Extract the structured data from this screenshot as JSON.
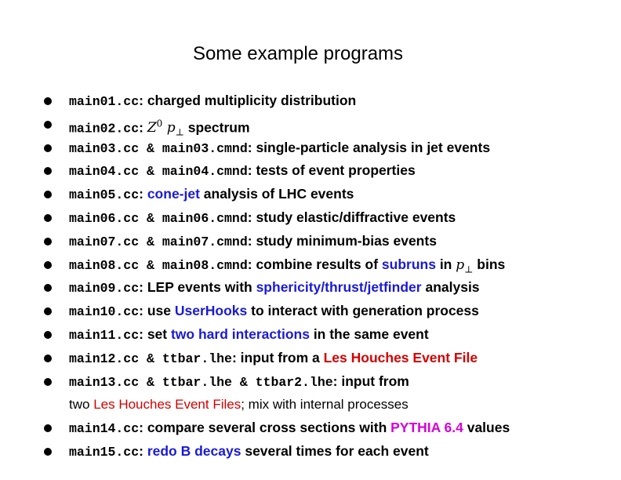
{
  "title": "Some example programs",
  "items": [
    {
      "code": "main01.cc",
      "sep": ": ",
      "t1": "charged multiplicity distribution"
    },
    {
      "code": "main02.cc",
      "sep": ": ",
      "math1": "Z",
      "math_sup": "0",
      "math2": "p",
      "math_sub": "⊥",
      "t1": " spectrum"
    },
    {
      "code": "main03.cc & main03.cmnd",
      "sep": ": ",
      "t1": "single-particle analysis in jet events"
    },
    {
      "code": "main04.cc & main04.cmnd",
      "sep": ": ",
      "t1": "tests of event properties"
    },
    {
      "code": "main05.cc",
      "sep": ": ",
      "hl": "cone-jet",
      "t1": " analysis of LHC events"
    },
    {
      "code": "main06.cc & main06.cmnd",
      "sep": ": ",
      "t1": "study elastic/diffractive events"
    },
    {
      "code": "main07.cc & main07.cmnd",
      "sep": ": ",
      "t1": "study minimum-bias events"
    },
    {
      "code": "main08.cc & main08.cmnd",
      "sep": ": ",
      "t1": "combine results of ",
      "hl": "subruns",
      "t2": " in ",
      "math": "p",
      "math_sub": "⊥",
      "t3": " bins"
    },
    {
      "code": "main09.cc",
      "sep": ": ",
      "t1": "LEP events with ",
      "hl": "sphericity/thrust/jetfinder",
      "t2": " analysis"
    },
    {
      "code": "main10.cc",
      "sep": ": ",
      "t1": "use ",
      "hl": "UserHooks",
      "t2": " to interact with generation process"
    },
    {
      "code": "main11.cc",
      "sep": ": ",
      "t1": "set ",
      "hl": "two hard interactions",
      "t2": " in the same event"
    },
    {
      "code": "main12.cc & ttbar.lhe",
      "sep": ": ",
      "t1": "input from a ",
      "hl": "Les Houches Event File"
    },
    {
      "code": "main13.cc & ttbar.lhe & ttbar2.lhe",
      "sep": ": ",
      "t1": "input from"
    },
    {
      "cont1": "two ",
      "cont_hl": "Les Houches Event Files",
      "cont2": "; mix with internal processes"
    },
    {
      "code": "main14.cc",
      "sep": ": ",
      "t1": "compare",
      "t2": " several cross sections with ",
      "hl": "PYTHIA 6.4",
      "t3": " values"
    },
    {
      "code": "main15.cc",
      "sep": ": ",
      "hl": "redo B decays",
      "t1": " several times for each event"
    }
  ]
}
